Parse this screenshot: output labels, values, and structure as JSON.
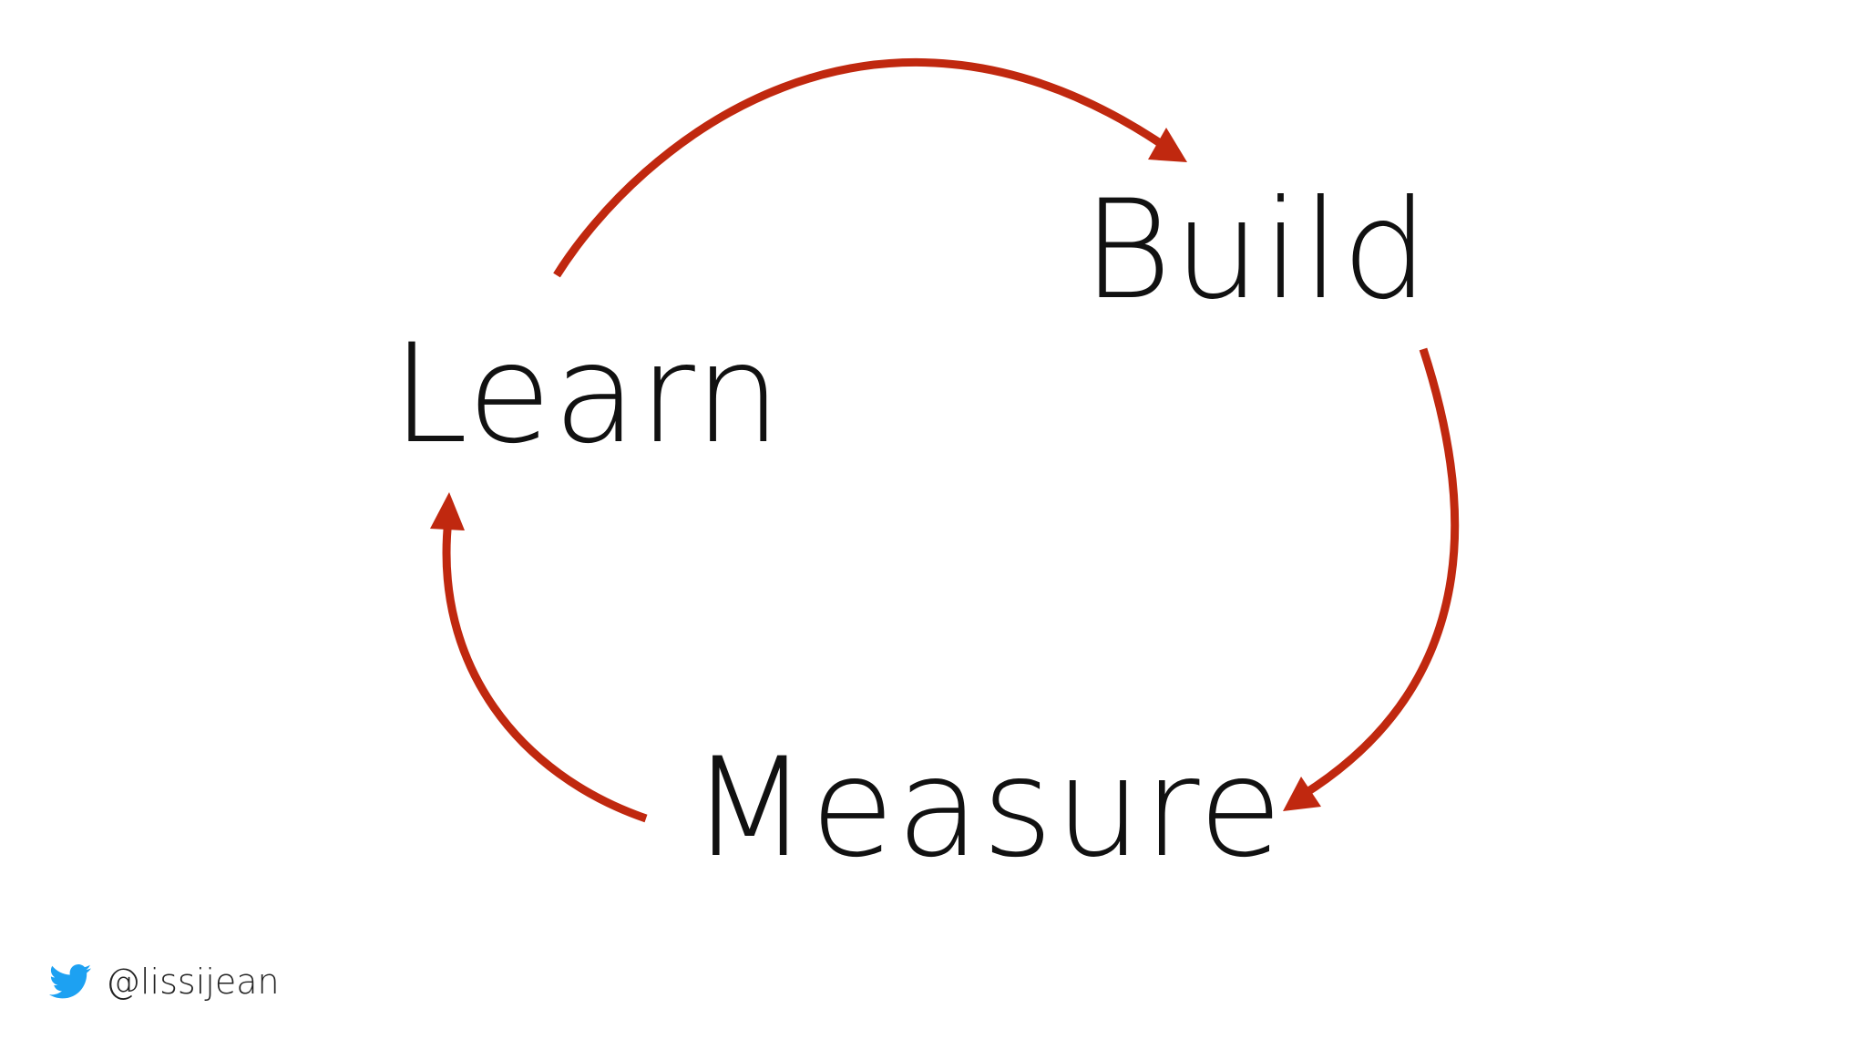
{
  "diagram": {
    "nodes": {
      "build": "Build",
      "learn": "Learn",
      "measure": "Measure"
    },
    "arrow_color": "#c0280f",
    "edges": [
      {
        "from": "Learn",
        "to": "Build"
      },
      {
        "from": "Build",
        "to": "Measure"
      },
      {
        "from": "Measure",
        "to": "Learn"
      }
    ]
  },
  "footer": {
    "icon": "twitter-bird-icon",
    "icon_color": "#1da1f2",
    "handle": "@lissijean"
  }
}
